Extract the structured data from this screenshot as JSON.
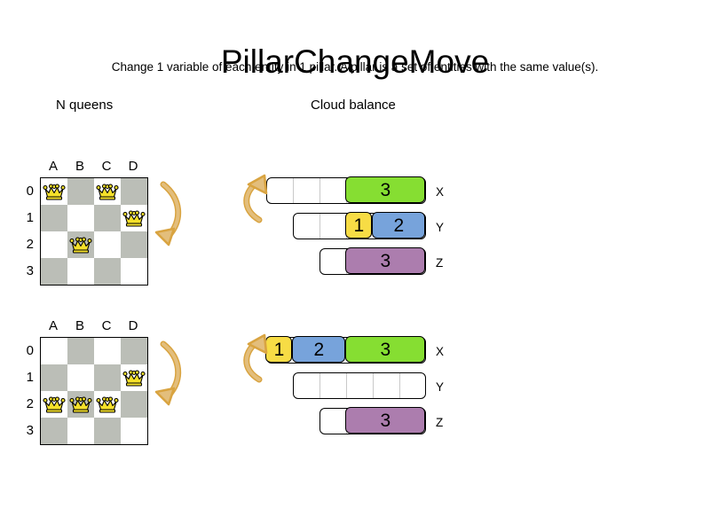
{
  "header": {
    "title": "PillarChangeMove",
    "subtitle": "Change 1 variable of each entity in 1 pillar. A pillar is a set of entities with the same value(s)."
  },
  "sections": {
    "nqueens_label": "N queens",
    "cloud_label": "Cloud balance"
  },
  "colors": {
    "board_dark": "#BBBEB7",
    "board_light": "#FFFFFF",
    "queen": "#F5E12A",
    "green": "#86DE32",
    "blue": "#77A3DB",
    "yellow": "#F7DC45",
    "purple": "#AC7DAE",
    "arrow": "#D9A441",
    "arrow_fill": "#E3BE7C"
  },
  "nqueens": {
    "column_labels": [
      "A",
      "B",
      "C",
      "D"
    ],
    "row_labels": [
      "0",
      "1",
      "2",
      "3"
    ],
    "before": {
      "queens": [
        {
          "col": 0,
          "row": 0,
          "cell": "A0"
        },
        {
          "col": 2,
          "row": 0,
          "cell": "C0"
        },
        {
          "col": 3,
          "row": 1,
          "cell": "D1"
        },
        {
          "col": 1,
          "row": 2,
          "cell": "B2"
        }
      ]
    },
    "after": {
      "queens": [
        {
          "col": 3,
          "row": 1,
          "cell": "D1"
        },
        {
          "col": 0,
          "row": 2,
          "cell": "A2"
        },
        {
          "col": 1,
          "row": 2,
          "cell": "B2"
        },
        {
          "col": 2,
          "row": 2,
          "cell": "C2"
        }
      ]
    }
  },
  "cloud": {
    "before": {
      "rows": [
        {
          "name": "X",
          "empty_cells": 3,
          "blocks": [
            {
              "label": "3",
              "size": 3,
              "color": "green"
            }
          ]
        },
        {
          "name": "Y",
          "empty_cells": 2,
          "blocks": [
            {
              "label": "1",
              "size": 1,
              "color": "yellow"
            },
            {
              "label": "2",
              "size": 2,
              "color": "blue"
            }
          ]
        },
        {
          "name": "Z",
          "empty_cells": 1,
          "blocks": [
            {
              "label": "3",
              "size": 3,
              "color": "purple"
            }
          ]
        }
      ]
    },
    "after": {
      "rows": [
        {
          "name": "X",
          "empty_cells": 0,
          "blocks": [
            {
              "label": "1",
              "size": 1,
              "color": "yellow"
            },
            {
              "label": "2",
              "size": 2,
              "color": "blue"
            },
            {
              "label": "3",
              "size": 3,
              "color": "green"
            }
          ]
        },
        {
          "name": "Y",
          "empty_cells": 5,
          "blocks": []
        },
        {
          "name": "Z",
          "empty_cells": 1,
          "blocks": [
            {
              "label": "3",
              "size": 3,
              "color": "purple"
            }
          ]
        }
      ]
    }
  }
}
